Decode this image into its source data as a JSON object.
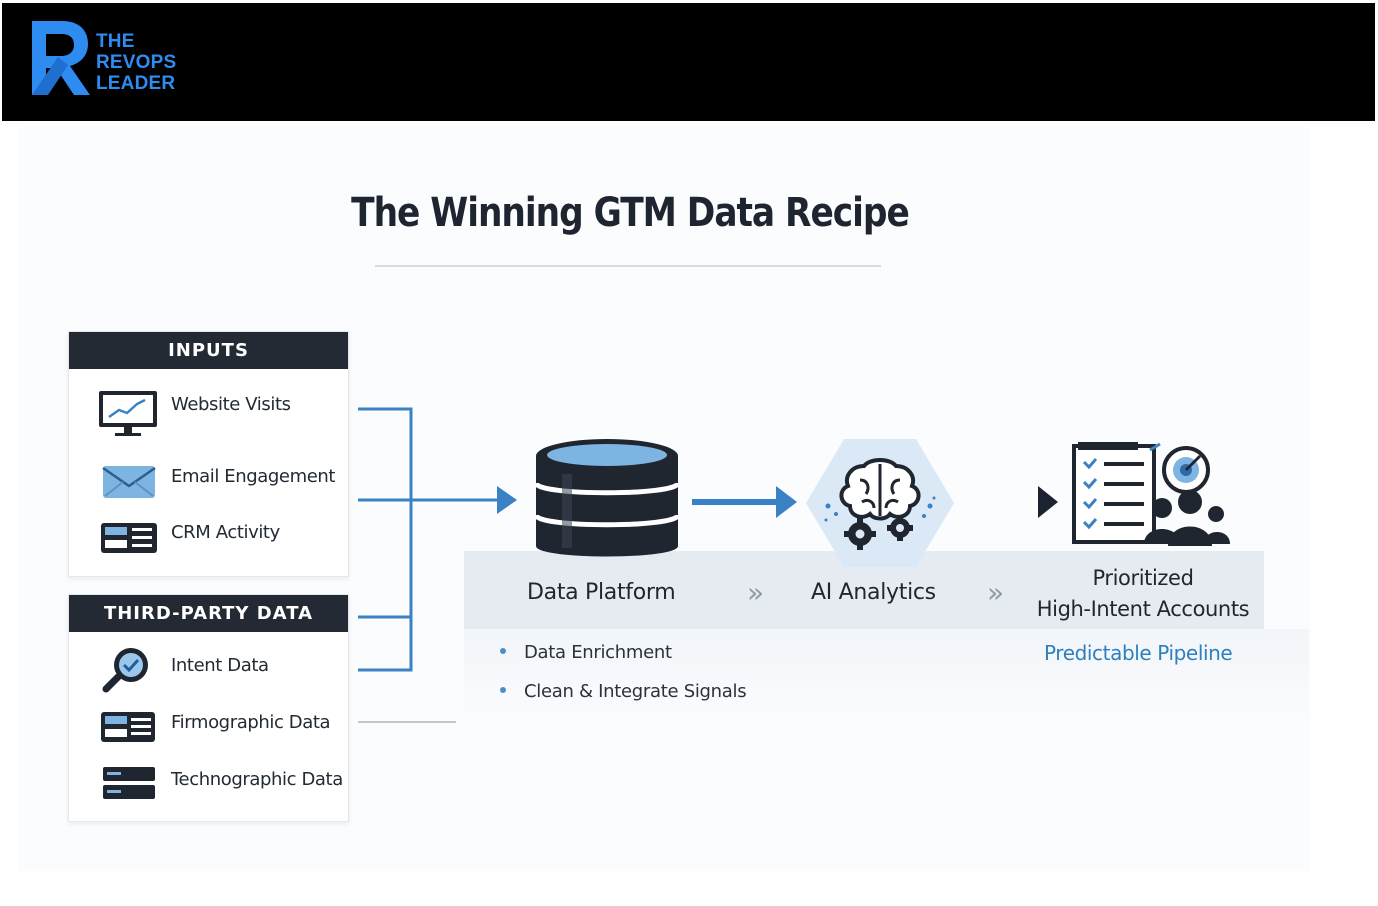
{
  "brand": {
    "line1": "THE",
    "line2": "REVOPS",
    "line3": "LEADER",
    "color": "#2e8bef"
  },
  "title": "The Winning GTM Data Recipe",
  "inputs": {
    "heading": "INPUTS",
    "items": [
      {
        "label": "Website Visits",
        "icon": "monitor-chart-icon"
      },
      {
        "label": "Email Engagement",
        "icon": "envelope-icon"
      },
      {
        "label": "CRM Activity",
        "icon": "crm-card-icon"
      }
    ]
  },
  "third_party": {
    "heading": "THIRD-PARTY DATA",
    "items": [
      {
        "label": "Intent Data",
        "icon": "magnifier-check-icon"
      },
      {
        "label": "Firmographic Data",
        "icon": "firmographic-card-icon"
      },
      {
        "label": "Technographic Data",
        "icon": "server-icon"
      }
    ]
  },
  "stages": {
    "data_platform": "Data Platform",
    "ai_analytics": "AI Analytics",
    "output_line1": "Prioritized",
    "output_line2": "High-Intent Accounts",
    "separator": "»"
  },
  "details": {
    "bullets": [
      "Data Enrichment",
      "Clean & Integrate Signals"
    ],
    "result": "Predictable Pipeline"
  },
  "colors": {
    "accent_blue": "#3b82c4",
    "dark": "#232a33",
    "link_blue": "#2e7fbf"
  }
}
